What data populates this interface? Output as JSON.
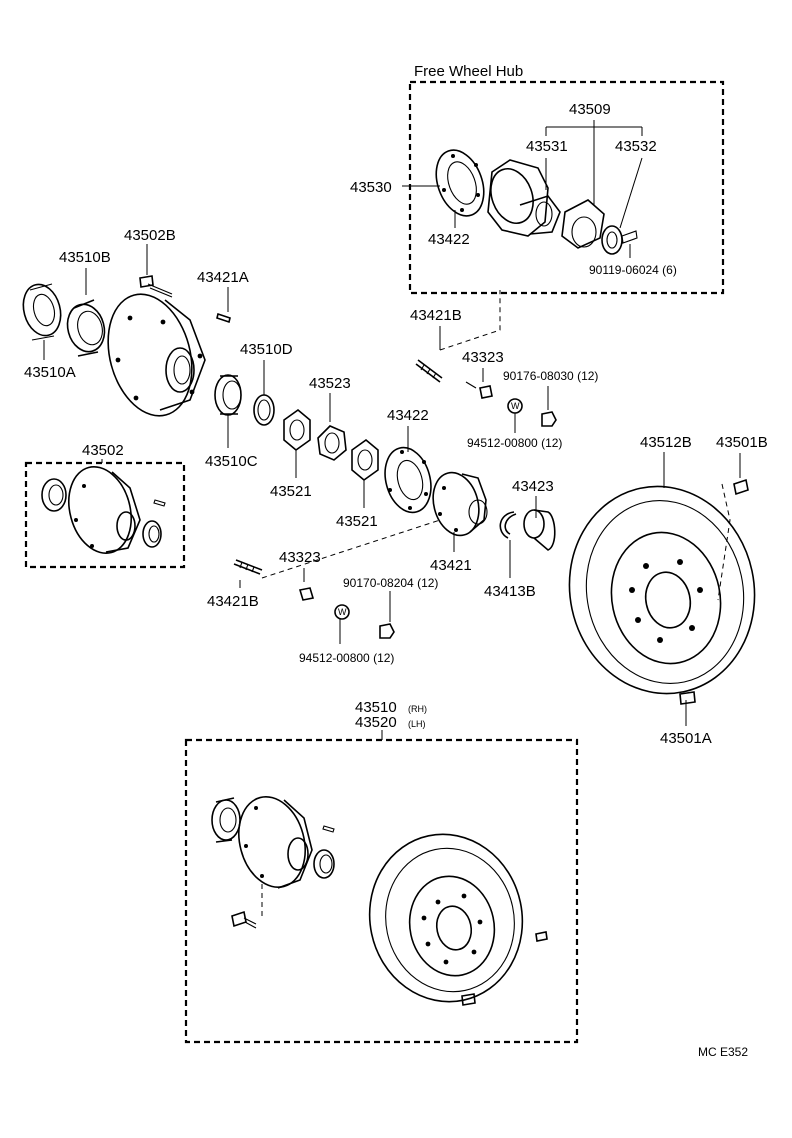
{
  "groups": {
    "free_wheel_hub": "Free Wheel Hub"
  },
  "labels": {
    "p43509": "43509",
    "p43531": "43531",
    "p43532": "43532",
    "p43530": "43530",
    "p43422_top": "43422",
    "p90119": "90119-06024 (6)",
    "p43502B": "43502B",
    "p43510B": "43510B",
    "p43421A": "43421A",
    "p43510A": "43510A",
    "p43510D": "43510D",
    "p43421B_top": "43421B",
    "p43323_top": "43323",
    "p90176": "90176-08030 (12)",
    "p43523": "43523",
    "p43422_mid": "43422",
    "p94512_top": "94512-00800 (12)",
    "p43502": "43502",
    "p43510C": "43510C",
    "p43521_a": "43521",
    "p43521_b": "43521",
    "p43512B": "43512B",
    "p43501B": "43501B",
    "p43423": "43423",
    "p43323_bot": "43323",
    "p43421": "43421",
    "p43413B": "43413B",
    "p90170": "90170-08204 (12)",
    "p43421B_bot": "43421B",
    "p94512_bot": "94512-00800 (12)",
    "p43501A": "43501A",
    "p43510": "43510",
    "rh": "(RH)",
    "p43520": "43520",
    "lh": "(LH)",
    "washer_w": "W",
    "code": "MC  E352"
  }
}
